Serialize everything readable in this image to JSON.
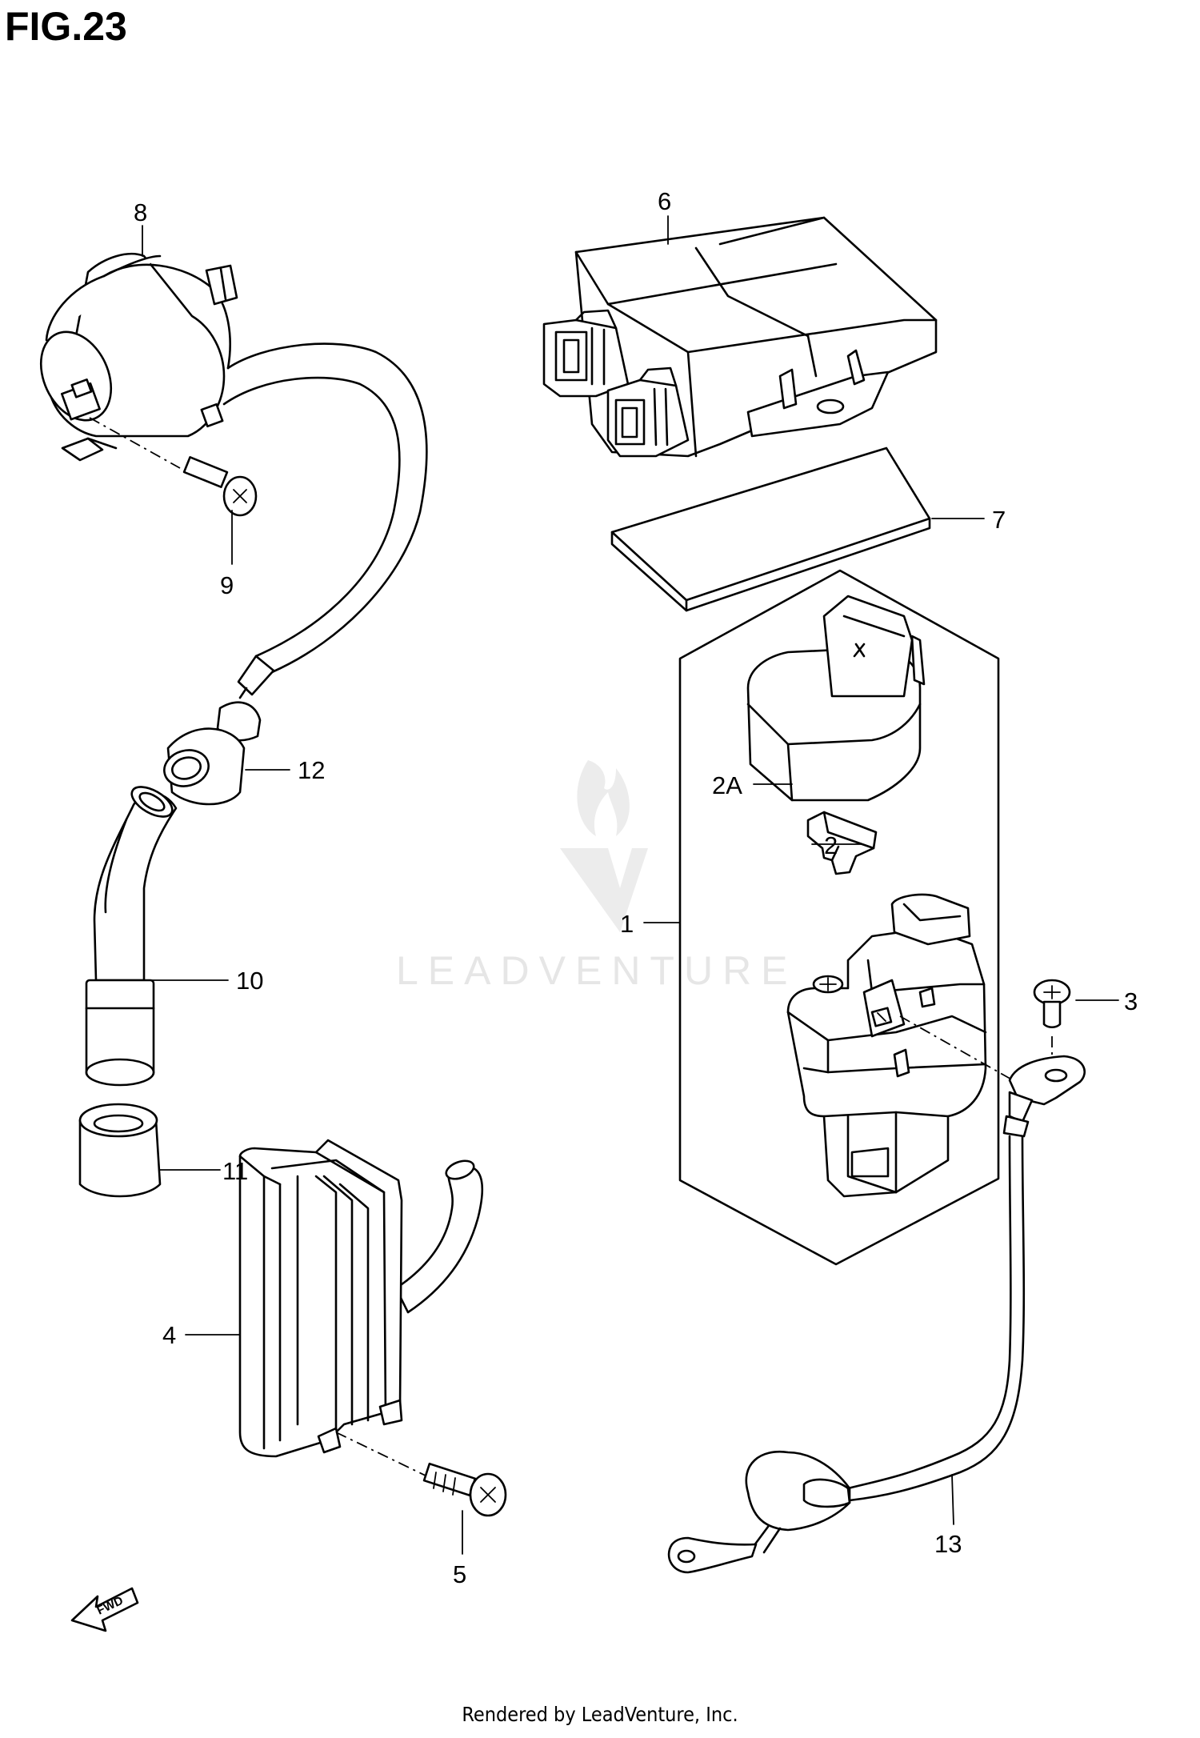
{
  "figure": {
    "title": "FIG.23",
    "footer": "Rendered by LeadVenture, Inc.",
    "watermark": "LEADVENTURE",
    "direction_arrow": "FWD"
  },
  "callouts": {
    "c1": "1",
    "c2": "2",
    "c2a": "2A",
    "c3": "3",
    "c4": "4",
    "c5": "5",
    "c6": "6",
    "c7": "7",
    "c8": "8",
    "c9": "9",
    "c10": "10",
    "c11": "11",
    "c12": "12",
    "c13": "13"
  }
}
